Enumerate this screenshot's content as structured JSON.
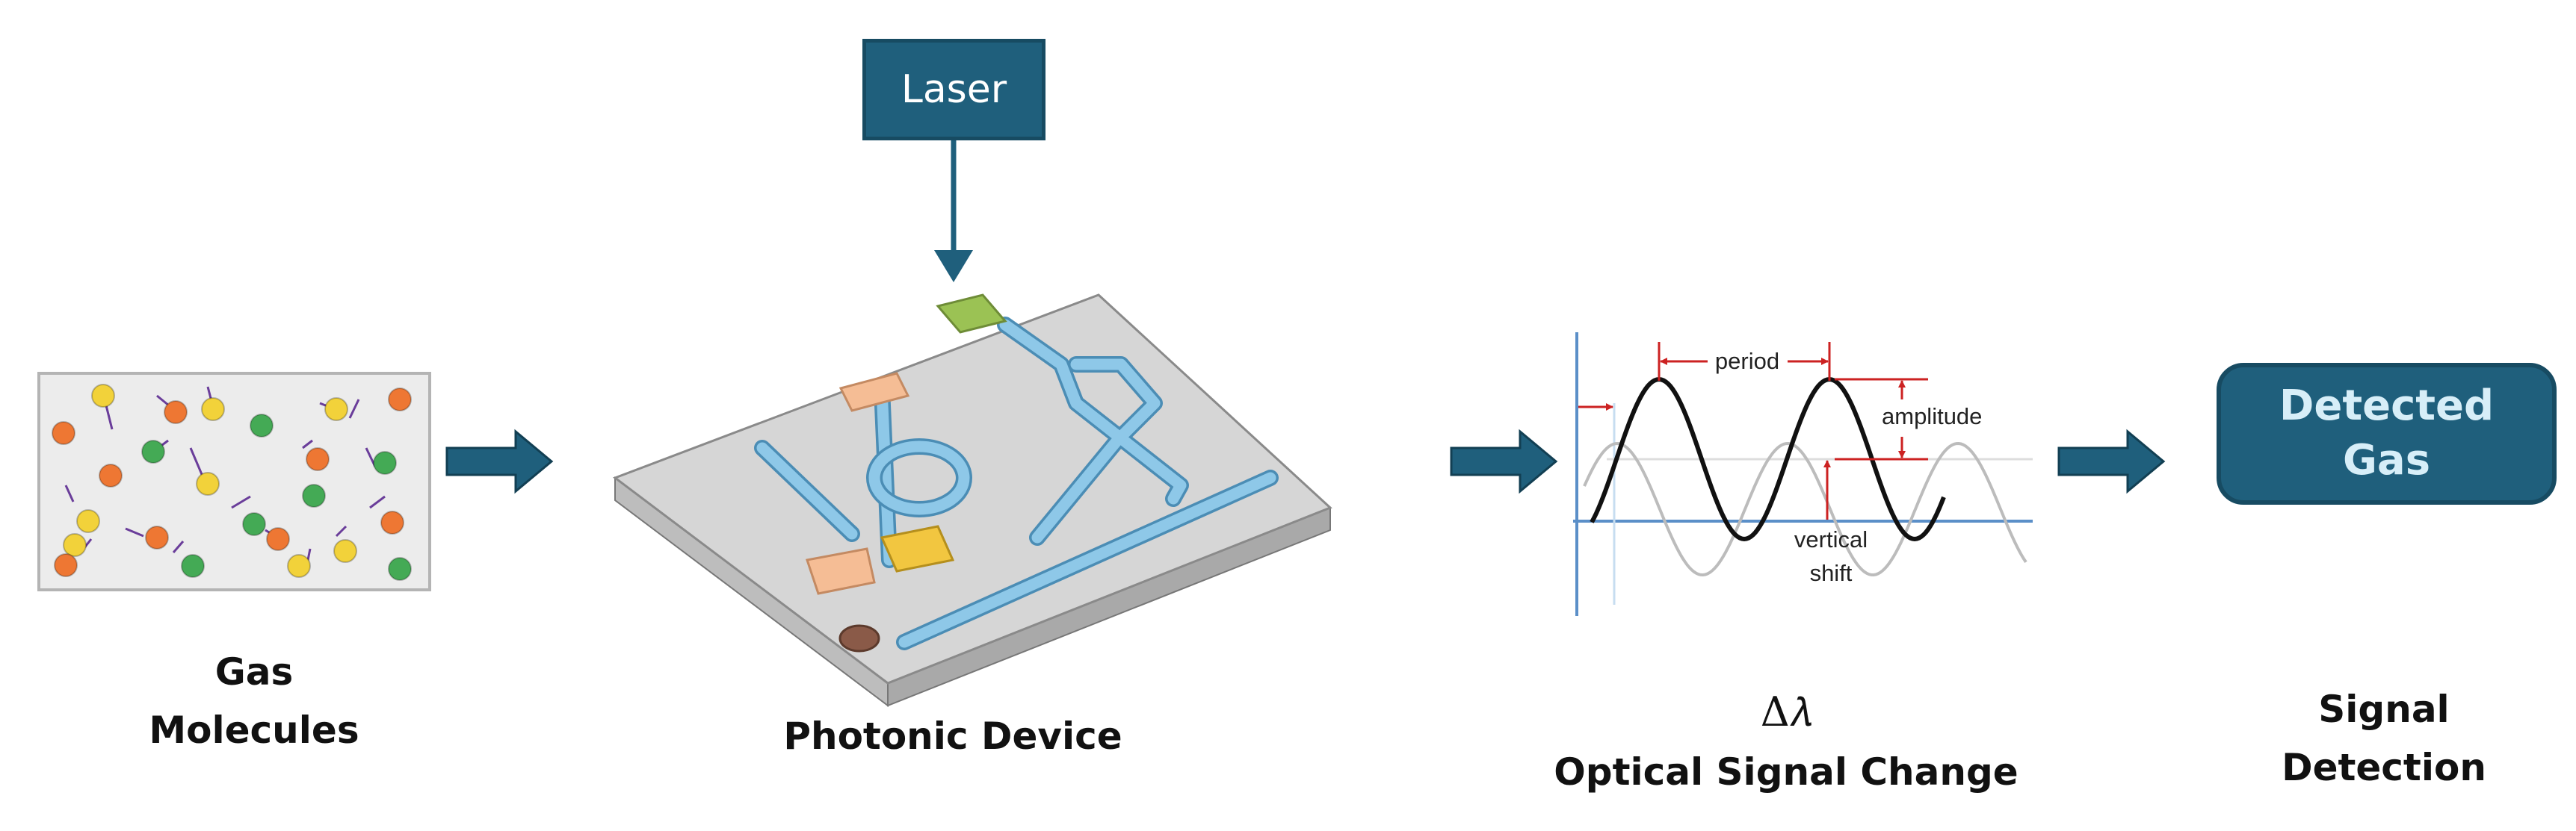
{
  "laser": {
    "label": "Laser"
  },
  "gas": {
    "line1": "Gas",
    "line2": "Molecules"
  },
  "device": {
    "label": "Photonic Device"
  },
  "optical": {
    "symbol": "Δ𝜆",
    "label": "Optical Signal Change"
  },
  "wave": {
    "period": "period",
    "amplitude": "amplitude",
    "shift1": "vertical",
    "shift2": "shift"
  },
  "detected": {
    "line1": "Detected",
    "line2": "Gas"
  },
  "signal": {
    "line1": "Signal",
    "line2": "Detection"
  },
  "colors": {
    "primary": "#1f5f7c",
    "waveguide": "#8ec8e8",
    "chip": "#d6d6d6",
    "red_marker": "#cc2222",
    "molecule_orange": "#ee7733",
    "molecule_yellow": "#f2d23a",
    "molecule_green": "#44aa55",
    "molecule_arrow": "#6a3d9a"
  }
}
